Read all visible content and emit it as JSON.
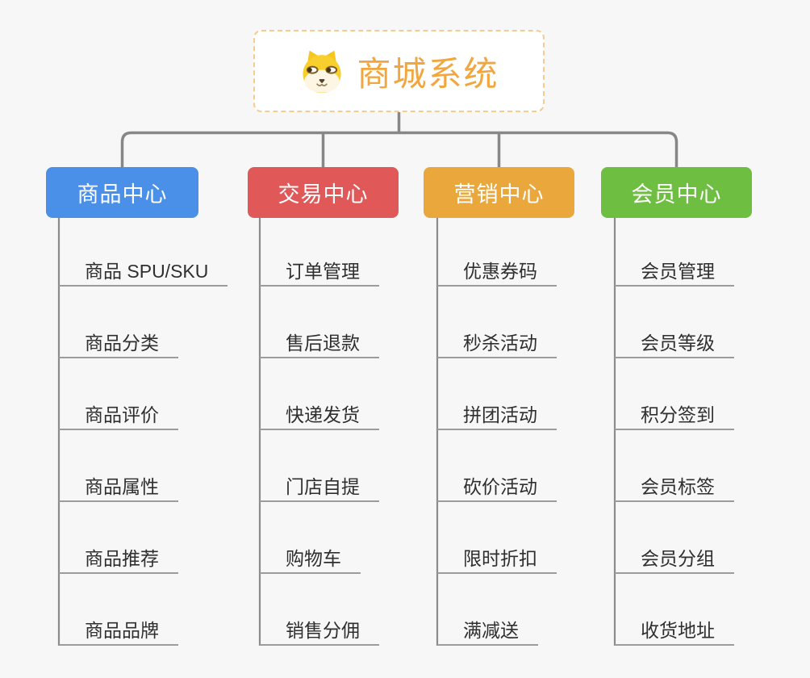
{
  "root": {
    "title": "商城系统",
    "title_color": "#f1a63f",
    "border_color": "#f3cc8e",
    "icon": "doge-icon"
  },
  "connector_color": "#878787",
  "trunk_color": "#8c8c8c",
  "underline_color": "#9c9c9c",
  "background_color": "#f7f7f7",
  "branches": [
    {
      "label": "商品中心",
      "color": "#4a8fe8",
      "children": [
        "商品 SPU/SKU",
        "商品分类",
        "商品评价",
        "商品属性",
        "商品推荐",
        "商品品牌"
      ]
    },
    {
      "label": "交易中心",
      "color": "#e05858",
      "children": [
        "订单管理",
        "售后退款",
        "快递发货",
        "门店自提",
        "购物车",
        "销售分佣"
      ]
    },
    {
      "label": "营销中心",
      "color": "#eaa83c",
      "children": [
        "优惠券码",
        "秒杀活动",
        "拼团活动",
        "砍价活动",
        "限时折扣",
        "满减送"
      ]
    },
    {
      "label": "会员中心",
      "color": "#6ebe41",
      "children": [
        "会员管理",
        "会员等级",
        "积分签到",
        "会员标签",
        "会员分组",
        "收货地址"
      ]
    }
  ]
}
